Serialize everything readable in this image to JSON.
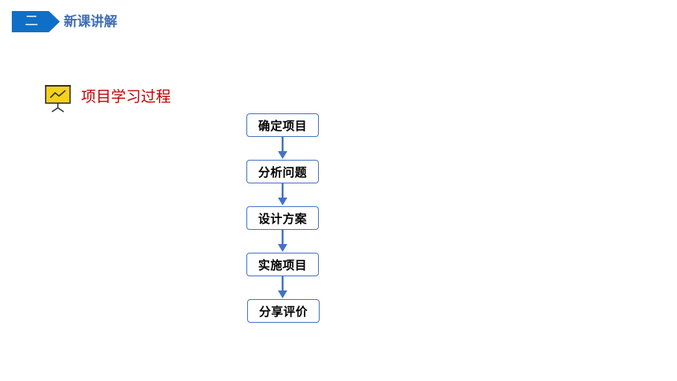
{
  "header": {
    "section_number": "二",
    "section_title": "新课讲解"
  },
  "heading": {
    "icon": "presentation-board-icon",
    "text": "项目学习过程"
  },
  "flow": {
    "steps": [
      "确定项目",
      "分析问题",
      "设计方案",
      "实施项目",
      "分享评价"
    ]
  },
  "colors": {
    "tag_blue": "#0f6fc6",
    "title_blue": "#3f6fb5",
    "heading_red": "#c00000",
    "box_border": "#4472c4",
    "arrow": "#4472c4"
  }
}
